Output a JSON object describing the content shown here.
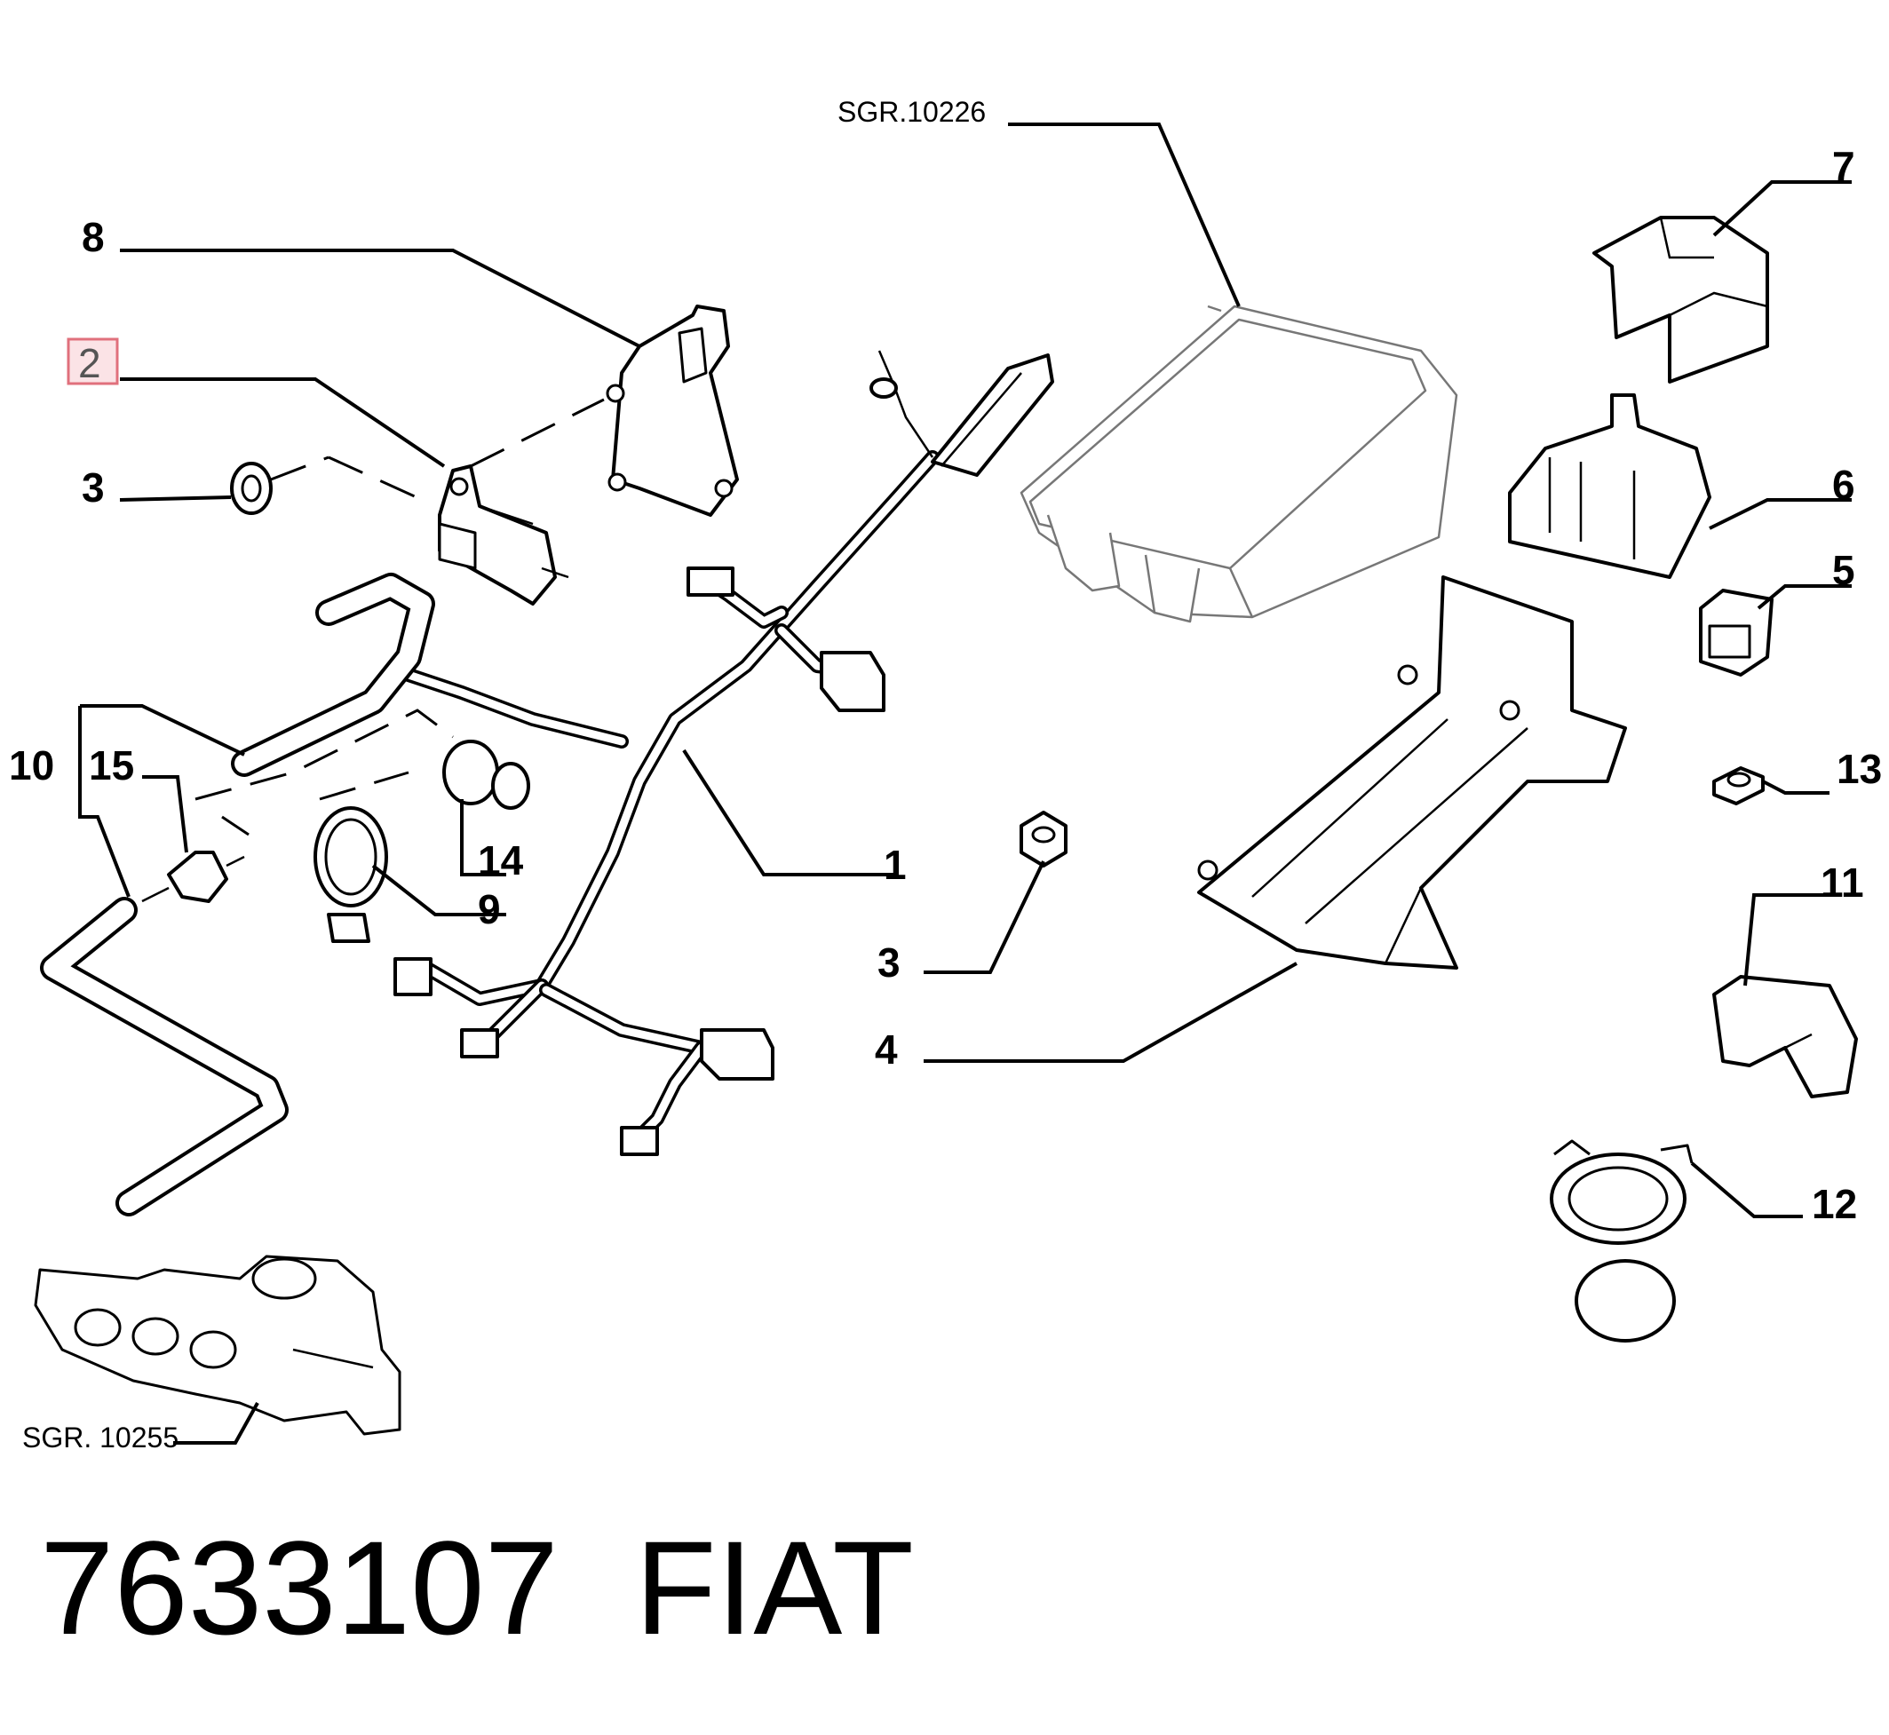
{
  "diagram": {
    "part_number": "7633107",
    "brand": "FIAT",
    "highlighted_callout": "2",
    "highlight_color": "#e0707c",
    "references": {
      "ecu_unit": "SGR.10226",
      "manifold": "SGR. 10255"
    },
    "callouts": {
      "c1": "1",
      "c2": "2",
      "c3a": "3",
      "c3b": "3",
      "c4": "4",
      "c5": "5",
      "c6": "6",
      "c7": "7",
      "c8": "8",
      "c9": "9",
      "c10": "10",
      "c11": "11",
      "c12": "12",
      "c13": "13",
      "c14": "14",
      "c15": "15"
    }
  }
}
